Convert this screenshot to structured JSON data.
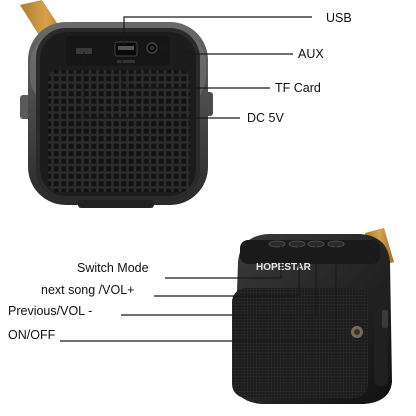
{
  "top_product": {
    "labels": {
      "usb": "USB",
      "aux": "AUX",
      "tf_card": "TF Card",
      "dc": "DC 5V"
    }
  },
  "bottom_product": {
    "brand": "HOPESTAR",
    "labels": {
      "switch_mode": "Switch Mode",
      "next_song": "next song /VOL+",
      "previous": "Previous/VOL -",
      "on_off": "ON/OFF"
    }
  },
  "colors": {
    "strap": "#c9923f",
    "speaker_body": "#2a2a2a",
    "rim": "#4a4a4a",
    "line": "#1a1a1a"
  }
}
